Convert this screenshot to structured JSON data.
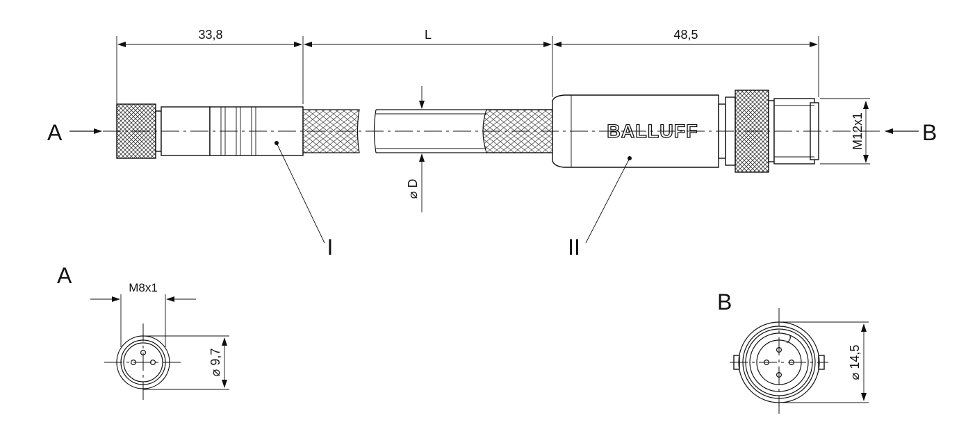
{
  "dimensions": {
    "left_length": "33,8",
    "cable_length": "L",
    "right_length": "48,5",
    "right_thread": "M12x1",
    "cable_diameter": "⌀ D",
    "view_a_thread": "M8x1",
    "view_a_diameter": "⌀ 9,7",
    "view_b_diameter": "⌀ 14,5"
  },
  "labels": {
    "side_a": "A",
    "side_b": "B",
    "part_i": "I",
    "part_ii": "II",
    "view_a_title": "A",
    "view_b_title": "B",
    "brand": "BALLUFF"
  }
}
